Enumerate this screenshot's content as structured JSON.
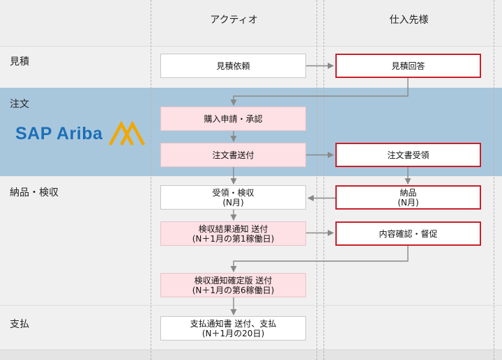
{
  "columns": {
    "actio": "アクティオ",
    "supplier": "仕入先様"
  },
  "rows": {
    "quote": "見積",
    "order": "注文",
    "delivery": "納品・検収",
    "payment": "支払"
  },
  "logo": {
    "text": "SAP Ariba"
  },
  "boxes": {
    "quote_request": [
      "見積依頼"
    ],
    "quote_answer": [
      "見積回答"
    ],
    "purchase_request": [
      "購入申請・承認"
    ],
    "order_send": [
      "注文書送付"
    ],
    "order_receive": [
      "注文書受領"
    ],
    "receipt_inspection": [
      "受領・検収",
      "(N月)"
    ],
    "delivery": [
      "納品",
      "(N月)"
    ],
    "inspection_notice": [
      "検収結果通知 送付",
      "(N＋1月の第1稼働日)"
    ],
    "content_confirm": [
      "内容確認・督促"
    ],
    "final_notice": [
      "検収通知確定版 送付",
      "(N＋1月の第6稼働日)"
    ],
    "payment_notice": [
      "支払通知書 送付、支払",
      "(N＋1月の20日)"
    ]
  },
  "colors": {
    "header_band": "#eeeeee",
    "light_band": "#f0f0f0",
    "order_band": "#a9c7dc",
    "pink_box": "#fde1e5",
    "red_border": "#c8202a",
    "connector": "#888888",
    "logo_blue": "#1b6fb8",
    "logo_gold": "#f0a800"
  }
}
